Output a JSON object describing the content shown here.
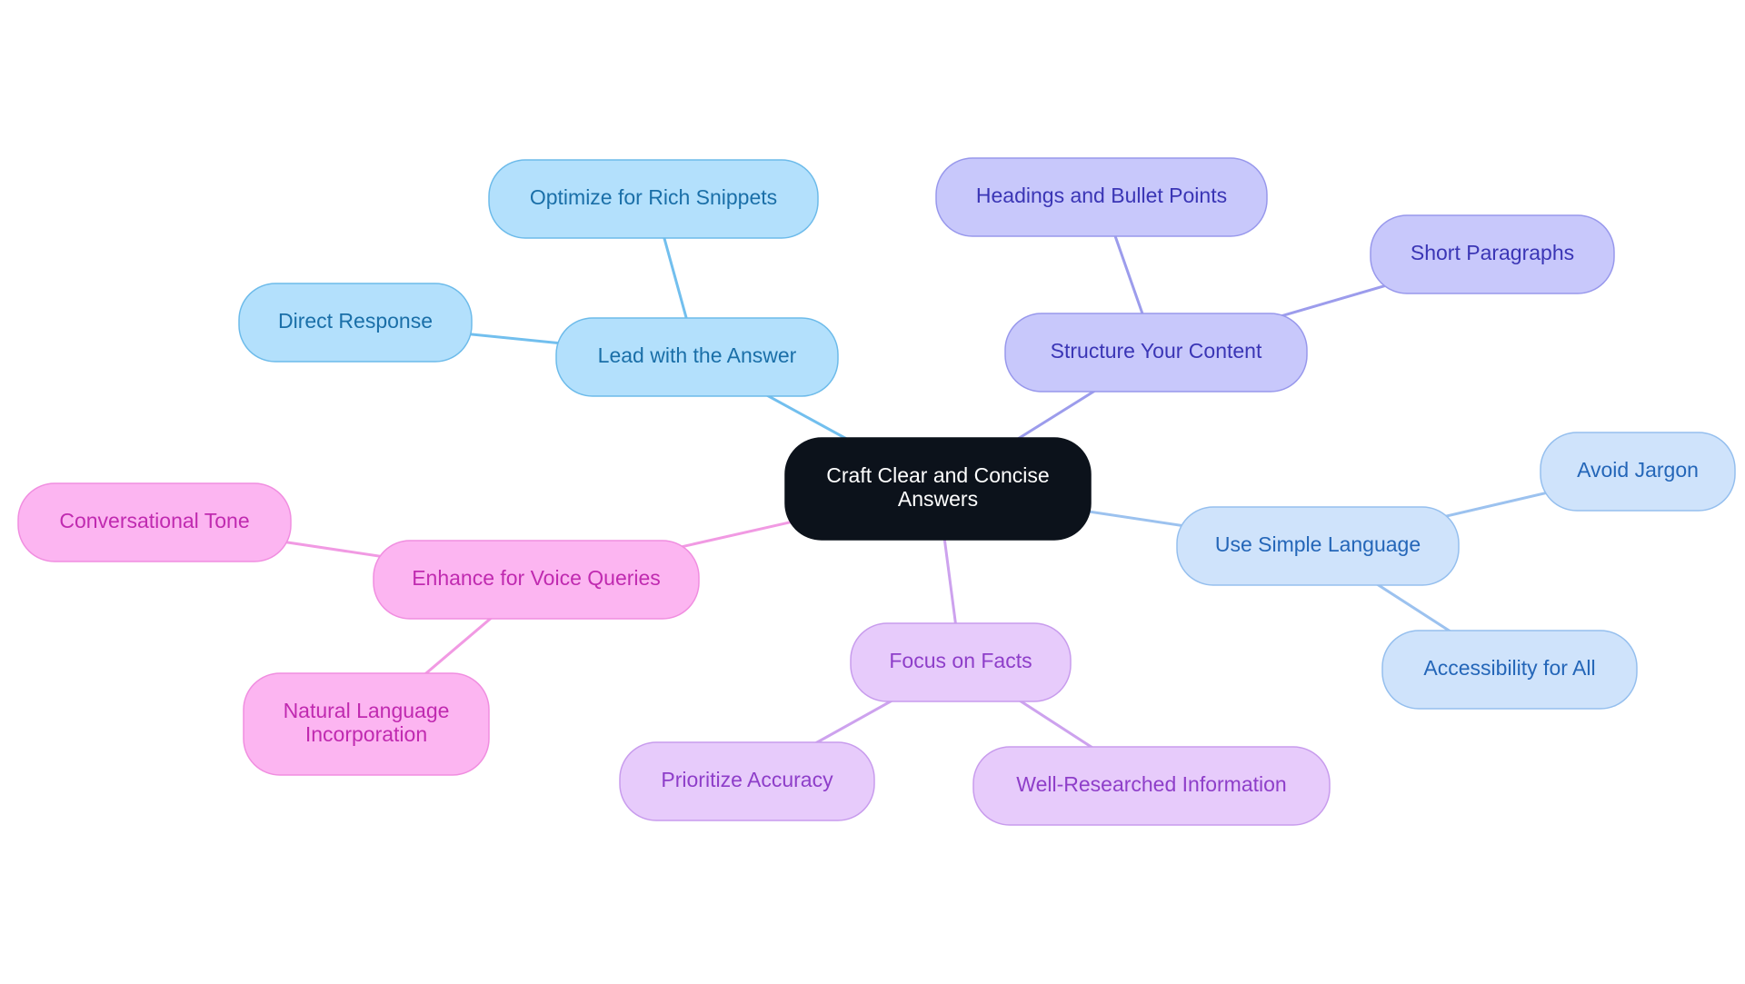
{
  "central": {
    "lines": [
      "Craft Clear and Concise",
      "Answers"
    ]
  },
  "branches": [
    {
      "key": "lead",
      "label": [
        "Lead with the Answer"
      ],
      "color": {
        "fill": "#b3e0fc",
        "stroke": "#6dbbea",
        "text": "#1a6fa8",
        "line": "#72bfee"
      },
      "children": [
        {
          "key": "optimize-rich-snippets",
          "label": [
            "Optimize for Rich Snippets"
          ]
        },
        {
          "key": "direct-response",
          "label": [
            "Direct Response"
          ]
        }
      ]
    },
    {
      "key": "structure",
      "label": [
        "Structure Your Content"
      ],
      "color": {
        "fill": "#c8c8fb",
        "stroke": "#9898ec",
        "text": "#3a35b5",
        "line": "#9c9cec"
      },
      "children": [
        {
          "key": "headings-bullets",
          "label": [
            "Headings and Bullet Points"
          ]
        },
        {
          "key": "short-paragraphs",
          "label": [
            "Short Paragraphs"
          ]
        }
      ]
    },
    {
      "key": "simple-language",
      "label": [
        "Use Simple Language"
      ],
      "color": {
        "fill": "#cfe3fb",
        "stroke": "#95bfee",
        "text": "#2466b8",
        "line": "#9cc2ef"
      },
      "children": [
        {
          "key": "avoid-jargon",
          "label": [
            "Avoid Jargon"
          ]
        },
        {
          "key": "accessibility",
          "label": [
            "Accessibility for All"
          ]
        }
      ]
    },
    {
      "key": "facts",
      "label": [
        "Focus on Facts"
      ],
      "color": {
        "fill": "#e7cbfb",
        "stroke": "#c89ced",
        "text": "#8e3ec9",
        "line": "#cda2ee"
      },
      "children": [
        {
          "key": "prioritize-accuracy",
          "label": [
            "Prioritize Accuracy"
          ]
        },
        {
          "key": "well-researched",
          "label": [
            "Well-Researched Information"
          ]
        }
      ]
    },
    {
      "key": "voice",
      "label": [
        "Enhance for Voice Queries"
      ],
      "color": {
        "fill": "#fcb5f1",
        "stroke": "#f08ee0",
        "text": "#c02ab0",
        "line": "#f19ae3"
      },
      "children": [
        {
          "key": "conversational-tone",
          "label": [
            "Conversational Tone"
          ]
        },
        {
          "key": "natural-language",
          "label": [
            "Natural Language",
            "Incorporation"
          ]
        }
      ]
    }
  ],
  "colors": {
    "central_fill": "#0c121b",
    "central_text": "#ffffff",
    "background": "#ffffff"
  }
}
